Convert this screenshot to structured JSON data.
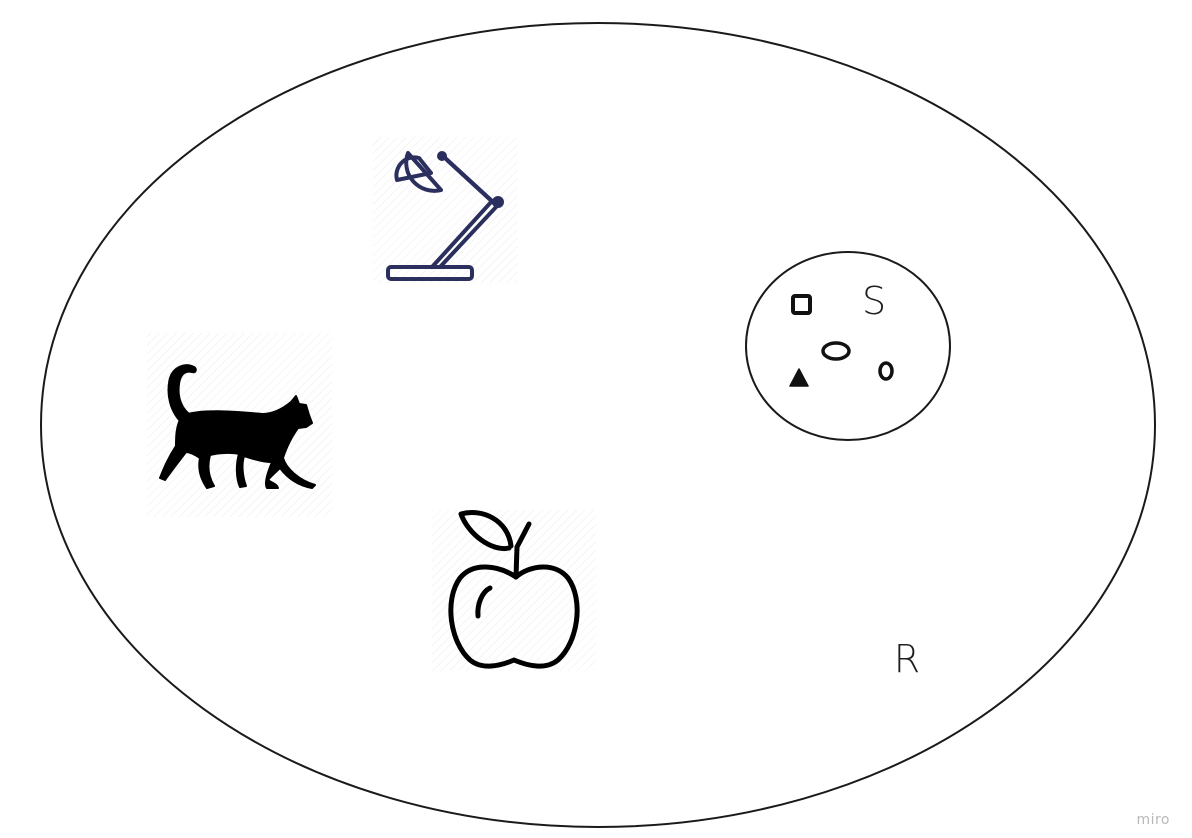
{
  "diagram": {
    "outer_set": {
      "label": "R"
    },
    "inner_set": {
      "label": "S",
      "elements": [
        "square-icon",
        "ellipse-icon",
        "triangle-icon",
        "small-circle-icon"
      ]
    },
    "objects": [
      "lamp-icon",
      "cat-icon",
      "apple-icon"
    ]
  },
  "watermark": "miro",
  "colors": {
    "stroke": "#1a1a1a",
    "lamp": "#2a2f5e",
    "text": "#1f1f1f",
    "watermark": "#b9b9b9"
  }
}
